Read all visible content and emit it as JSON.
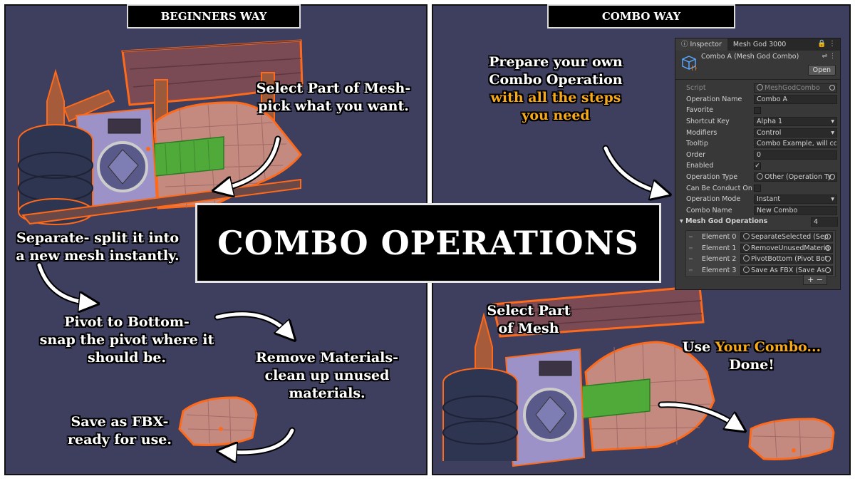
{
  "left_panel": {
    "header": "BEGINNERS WAY",
    "captions": {
      "select_part": [
        "Select Part of Mesh-",
        "pick what you want."
      ],
      "separate": [
        "Separate- split it into",
        "a new mesh instantly."
      ],
      "pivot": [
        "Pivot to Bottom-",
        "snap the pivot where it",
        "should be."
      ],
      "remove_materials": [
        "Remove Materials-",
        "clean up unused",
        "materials."
      ],
      "save_fbx": [
        "Save as FBX-",
        "ready for use."
      ]
    }
  },
  "right_panel": {
    "header": "COMBO WAY",
    "captions": {
      "prepare": [
        "Prepare your own",
        "Combo Operation"
      ],
      "prepare_highlight": [
        "with all the steps",
        "you need"
      ],
      "select_part": [
        "Select Part",
        "of Mesh"
      ],
      "use_prefix": "Use ",
      "use_highlight": "Your Combo...",
      "done": "Done!"
    }
  },
  "title": "COMBO OPERATIONS",
  "inspector": {
    "tabs": [
      "Inspector",
      "Mesh God 3000"
    ],
    "component_title": "Combo A (Mesh God Combo)",
    "open_button": "Open",
    "fields": [
      {
        "label": "Script",
        "value": "MeshGodCombo",
        "kind": "script"
      },
      {
        "label": "Operation Name",
        "value": "Combo A",
        "kind": "text"
      },
      {
        "label": "Favorite",
        "value": "",
        "kind": "check-off"
      },
      {
        "label": "Shortcut Key",
        "value": "Alpha 1",
        "kind": "dropdown"
      },
      {
        "label": "Modifiers",
        "value": "Control",
        "kind": "dropdown"
      },
      {
        "label": "Tooltip",
        "value": "Combo Example, will con",
        "kind": "text"
      },
      {
        "label": "Order",
        "value": "0",
        "kind": "text"
      },
      {
        "label": "Enabled",
        "value": "✓",
        "kind": "check-on"
      },
      {
        "label": "Operation Type",
        "value": "Other (Operation Ty",
        "kind": "object"
      },
      {
        "label": "Can Be Conduct On",
        "value": "",
        "kind": "check-off"
      },
      {
        "label": "Operation Mode",
        "value": "Instant",
        "kind": "dropdown"
      },
      {
        "label": "Combo Name",
        "value": "New Combo",
        "kind": "text"
      }
    ],
    "list_label": "Mesh God Operations",
    "list_count": "4",
    "elements": [
      {
        "label": "Element 0",
        "value": "SeparateSelected (Sep"
      },
      {
        "label": "Element 1",
        "value": "RemoveUnusedMateria"
      },
      {
        "label": "Element 2",
        "value": "PivotBottom (Pivot Bot"
      },
      {
        "label": "Element 3",
        "value": "Save As FBX (Save As"
      }
    ],
    "add_remove": "+ −"
  }
}
